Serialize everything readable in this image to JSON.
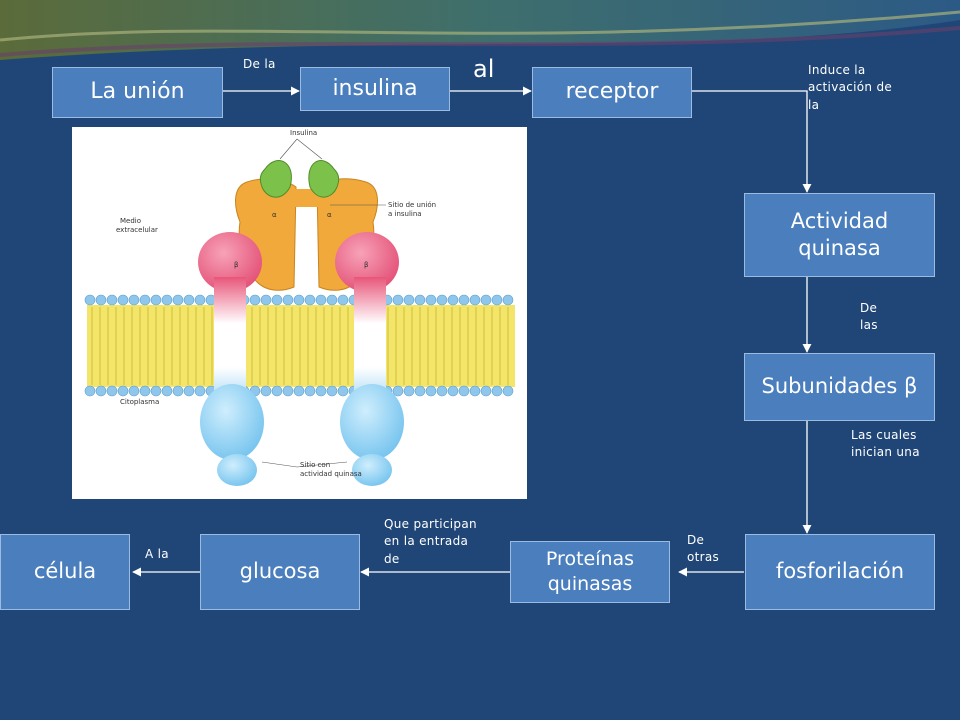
{
  "nodes": {
    "union": "La unión",
    "insulina": "insulina",
    "receptor": "receptor",
    "actividad": "Actividad\nquinasa",
    "subunidades": "Subunidades β",
    "fosforilacion": "fosforilación",
    "proteinas": "Proteínas\nquinasas",
    "glucosa": "glucosa",
    "celula": "célula"
  },
  "connectors": {
    "de_la": "De la",
    "al": "al",
    "induce": "Induce la\nactivación de\nla",
    "de_las": "De\nlas",
    "las_cuales": "Las cuales\ninician una",
    "de_otras": "De\notras",
    "que_participan": "Que participan\nen la entrada\nde",
    "a_la": "A la"
  },
  "figure": {
    "insulina": "Insulina",
    "sitio_union": "Sitio de unión\na insulina",
    "medio": "Medio\nextracelular",
    "citoplasma": "Citoplasma",
    "sitio_quinasa": "Sitio con\nactividad quinasa",
    "alpha": "α",
    "beta": "β"
  },
  "colors": {
    "background": "#1f4677",
    "box": "#4a7ebd",
    "box_border": "#9bbbe3",
    "arrow": "#ffffff"
  }
}
